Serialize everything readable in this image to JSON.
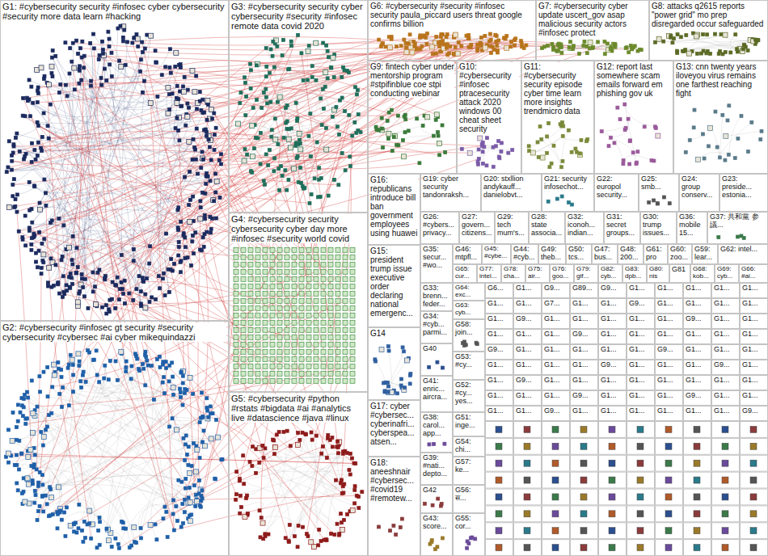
{
  "diagram": {
    "nodes": [
      {
        "text": [
          "G1: #cybersecurity security #infosec cyber cybersecurity #security more data learn #hacking"
        ]
      },
      {
        "text": [
          "G3: #cybersecurity security cyber cybersecurity #security #infosec remote data covid 2020"
        ]
      },
      {
        "text": [
          "G6: #cybersecurity #security #infosec security paula_piccard users threat google confirms billion"
        ]
      },
      {
        "text": [
          "G7: #cybersecurity cyber update uscert_gov asap malicious security actors #infosec protect"
        ]
      },
      {
        "text": [
          "G8: attacks q2615 reports \"power grid\" mo prep disregarded occur safeguarded"
        ]
      },
      {
        "text": [
          "G9: fintech cyber under mentorship program #stpifinblue coe stpi conducting webinar"
        ]
      },
      {
        "text": [
          "G10: #cybersecurity #infosec ptracesecurity attack 2020 windows 00 cheat sheet security"
        ]
      },
      {
        "text": [
          "G11: #cybersecurity security episode cyber time learn more insights trendmicro data"
        ]
      },
      {
        "text": [
          "G12: report last somewhere scam emails forward em phishing gov uk"
        ]
      },
      {
        "text": [
          "G13: cnn twenty years iloveyou virus remains one farthest reaching fight"
        ]
      },
      {
        "text": [
          "G16: republicans introduce bill ban government employees using huawei"
        ]
      },
      {
        "text": [
          "G19: cyber security tandonraksh..."
        ]
      },
      {
        "text": [
          "G20: stxllion andykauff... danielobvt..."
        ]
      },
      {
        "text": [
          "G21: security infosechot..."
        ]
      },
      {
        "text": [
          "G22: europol security..."
        ]
      },
      {
        "text": [
          "G25: smb..."
        ]
      },
      {
        "text": [
          "G24: group conserv..."
        ]
      },
      {
        "text": [
          "G23: preside... estonia..."
        ]
      },
      {
        "text": [
          "G26: #cybers... privacy..."
        ]
      },
      {
        "text": [
          "G27: govern... citizens..."
        ]
      },
      {
        "text": [
          "G29: tech mum's..."
        ]
      },
      {
        "text": [
          "G28: state associa..."
        ]
      },
      {
        "text": [
          "G32: iconoh... indian..."
        ]
      },
      {
        "text": [
          "G31: secret groups..."
        ]
      },
      {
        "text": [
          "G30: trump issues..."
        ]
      },
      {
        "text": [
          "G36: mobile 15..."
        ]
      },
      {
        "text": [
          "G37: 共和黨 参議..."
        ]
      },
      {
        "text": [
          "G2: #cybersecurity #infosec gt security #security cybersecurity #cybersec #ai cyber mikequindazzi"
        ]
      },
      {
        "text": [
          "G4: #cybersecurity security cybersecurity cyber day more #infosec #security world covid"
        ]
      },
      {
        "text": [
          "G5: #cybersecurity #python #rstats #bigdata #ai #analytics live #datascience #java #linux"
        ]
      },
      {
        "text": [
          "G15: president trump issue executive order declaring national emergenc..."
        ]
      },
      {
        "text": [
          "G14"
        ]
      },
      {
        "text": [
          "G17: cyber #cybersec... cyberinafri... cyberspea... atsen..."
        ]
      },
      {
        "text": [
          "G18: aneeshnair #cybersec... #covid19 #remotew..."
        ]
      },
      {
        "text": [
          "G35: secur... #wo..."
        ]
      },
      {
        "text": [
          "G46: mtpfl..."
        ]
      },
      {
        "text": [
          "G45: #cybe..."
        ]
      },
      {
        "text": [
          "G44: #cyb..."
        ]
      },
      {
        "text": [
          "G49: theb..."
        ]
      },
      {
        "text": [
          "G50: tcs..."
        ]
      },
      {
        "text": [
          "G47: bus..."
        ]
      },
      {
        "text": [
          "G48: 200..."
        ]
      },
      {
        "text": [
          "G61: pro"
        ]
      },
      {
        "text": [
          "G60: zoo..."
        ]
      },
      {
        "text": [
          "G59: lear..."
        ]
      },
      {
        "text": [
          "G62: intel..."
        ]
      },
      {
        "text": [
          "G65: cur..."
        ]
      },
      {
        "text": [
          "G77: intel..."
        ]
      },
      {
        "text": [
          "G78: cha..."
        ]
      },
      {
        "text": [
          "G75: air..."
        ]
      },
      {
        "text": [
          "G76: goo..."
        ]
      },
      {
        "text": [
          "G79: gif..."
        ]
      },
      {
        "text": [
          "G82: cyb..."
        ]
      },
      {
        "text": [
          "G83: dpb..."
        ]
      },
      {
        "text": [
          "G80: nis"
        ]
      },
      {
        "text": [
          "G81"
        ]
      },
      {
        "text": [
          "G68: kob..."
        ]
      },
      {
        "text": [
          "G69: cyb..."
        ]
      },
      {
        "text": [
          "G66: #ai..."
        ]
      },
      {
        "text": [
          "G33: brenn... feder..."
        ]
      },
      {
        "text": [
          "G64: exc..."
        ]
      },
      {
        "text": [
          "G34: #cyb... parmi..."
        ]
      },
      {
        "text": [
          "G63: cyb..."
        ]
      },
      {
        "text": [
          "G58: join..."
        ]
      },
      {
        "text": [
          "G40"
        ]
      },
      {
        "text": [
          "G53: #cy..."
        ]
      },
      {
        "text": [
          "G41: enric... aircra..."
        ]
      },
      {
        "text": [
          "G52: #cy... yes..."
        ]
      },
      {
        "text": [
          "G38: carol... app..."
        ]
      },
      {
        "text": [
          "G51: inge..."
        ]
      },
      {
        "text": [
          "G54: chi..."
        ]
      },
      {
        "text": [
          "G39: #nati... depto..."
        ]
      },
      {
        "text": [
          "G57: ke..."
        ]
      },
      {
        "text": [
          "G42"
        ]
      },
      {
        "text": [
          "G56: स..."
        ]
      },
      {
        "text": [
          "G43: score..."
        ]
      },
      {
        "text": [
          "G55: cor..."
        ]
      },
      {
        "text": [
          "G6..."
        ]
      },
      {
        "text": [
          "G1..."
        ]
      },
      {
        "text": [
          "G9..."
        ]
      },
      {
        "text": [
          "G89..."
        ]
      },
      {
        "text": [
          "G9..."
        ]
      },
      {
        "text": [
          "G1..."
        ]
      },
      {
        "text": [
          "G1..."
        ]
      },
      {
        "text": [
          "G1..."
        ]
      },
      {
        "text": [
          "G1..."
        ]
      },
      {
        "text": [
          "G1..."
        ]
      },
      {
        "text": [
          "G1..."
        ]
      },
      {
        "text": [
          "G1..."
        ]
      },
      {
        "text": [
          "G7..."
        ]
      },
      {
        "text": [
          "G1..."
        ]
      },
      {
        "text": [
          "G1..."
        ]
      },
      {
        "text": [
          "G9..."
        ]
      },
      {
        "text": [
          "G1..."
        ]
      },
      {
        "text": [
          "G1..."
        ]
      },
      {
        "text": [
          "G1..."
        ]
      },
      {
        "text": [
          "G1..."
        ]
      },
      {
        "text": [
          "G1..."
        ]
      },
      {
        "text": [
          "G9..."
        ]
      },
      {
        "text": [
          "G1..."
        ]
      },
      {
        "text": [
          "G1..."
        ]
      },
      {
        "text": [
          "G1..."
        ]
      },
      {
        "text": [
          "G1..."
        ]
      },
      {
        "text": [
          "G1..."
        ]
      },
      {
        "text": [
          "G9..."
        ]
      },
      {
        "text": [
          "G1..."
        ]
      },
      {
        "text": [
          "G1..."
        ]
      },
      {
        "text": [
          "G1..."
        ]
      },
      {
        "text": [
          "G1..."
        ]
      },
      {
        "text": [
          "G1..."
        ]
      },
      {
        "text": [
          "G9..."
        ]
      },
      {
        "text": [
          "G1..."
        ]
      },
      {
        "text": [
          "G1..."
        ]
      },
      {
        "text": [
          "G1..."
        ]
      },
      {
        "text": [
          "G1..."
        ]
      },
      {
        "text": [
          "G1..."
        ]
      },
      {
        "text": [
          "G1..."
        ]
      },
      {
        "text": [
          "G9..."
        ]
      },
      {
        "text": [
          "G1..."
        ]
      },
      {
        "text": [
          "G1..."
        ]
      },
      {
        "text": [
          "G1..."
        ]
      },
      {
        "text": [
          "G1..."
        ]
      },
      {
        "text": [
          "G1..."
        ]
      },
      {
        "text": [
          "G9..."
        ]
      },
      {
        "text": [
          "G1..."
        ]
      },
      {
        "text": [
          "G1..."
        ]
      },
      {
        "text": [
          "G1..."
        ]
      },
      {
        "text": [
          "G1..."
        ]
      },
      {
        "text": [
          "G1..."
        ]
      },
      {
        "text": [
          "G1..."
        ]
      },
      {
        "text": [
          "G1..."
        ]
      },
      {
        "text": [
          "G9..."
        ]
      },
      {
        "text": [
          "G1..."
        ]
      },
      {
        "text": [
          "G1..."
        ]
      },
      {
        "text": [
          "G1..."
        ]
      },
      {
        "text": [
          "G9..."
        ]
      },
      {
        "text": [
          "G1..."
        ]
      },
      {
        "text": [
          "G1..."
        ]
      },
      {
        "text": [
          "G9..."
        ]
      },
      {
        "text": [
          "G1..."
        ]
      },
      {
        "text": [
          "G1..."
        ]
      },
      {
        "text": [
          "G1..."
        ]
      },
      {
        "text": [
          "G1..."
        ]
      },
      {
        "text": [
          "G1..."
        ]
      },
      {
        "text": [
          "G1..."
        ]
      },
      {
        "text": [
          "G1..."
        ]
      },
      {
        "text": [
          "G1..."
        ]
      },
      {
        "text": [
          "G1..."
        ]
      },
      {
        "text": [
          "G1..."
        ]
      },
      {
        "text": [
          "G1..."
        ]
      },
      {
        "text": [
          "G9..."
        ]
      },
      {
        "text": [
          "G1..."
        ]
      },
      {
        "text": [
          "G1..."
        ]
      },
      {
        "text": [
          "G1..."
        ]
      },
      {
        "text": [
          "G9..."
        ]
      },
      {
        "text": [
          "G1..."
        ]
      },
      {
        "text": [
          "G1..."
        ]
      },
      {
        "text": [
          "G1..."
        ]
      },
      {
        "text": [
          "G1..."
        ]
      },
      {
        "text": [
          "G9..."
        ]
      },
      {
        "text": [
          "G1..."
        ]
      },
      {
        "text": [
          "G1..."
        ]
      },
      {
        "text": [
          "G1..."
        ]
      },
      {
        "text": [
          "G1..."
        ]
      },
      {
        "text": [
          "G1..."
        ]
      },
      {
        "text": [
          "G1..."
        ]
      },
      {
        "text": [
          "G9..."
        ]
      }
    ]
  }
}
